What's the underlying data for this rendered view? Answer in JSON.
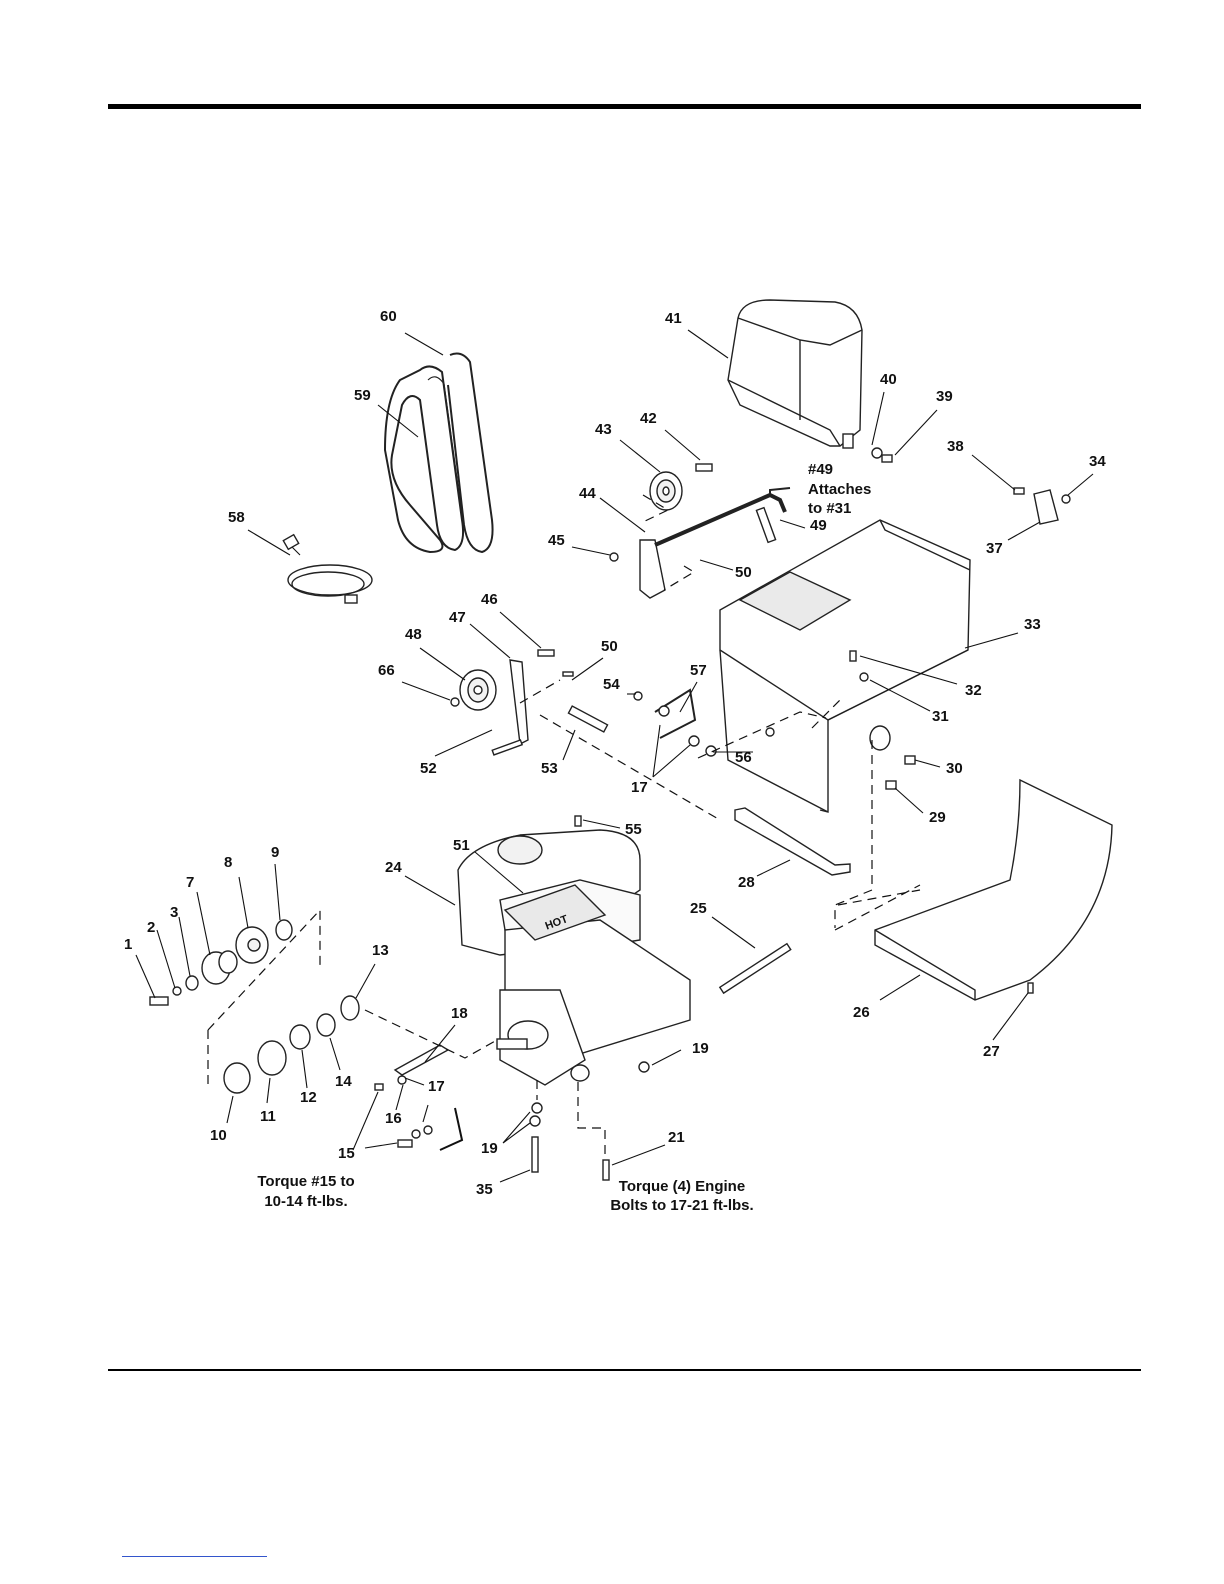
{
  "labels": {
    "p60": "60",
    "p59": "59",
    "p58": "58",
    "p41": "41",
    "p40": "40",
    "p39": "39",
    "p42": "42",
    "p43": "43",
    "p44": "44",
    "p45": "45",
    "p49": "49",
    "p50a": "50",
    "p38": "38",
    "p34": "34",
    "p37": "37",
    "p46": "46",
    "p47": "47",
    "p48": "48",
    "p66": "66",
    "p50b": "50",
    "p33": "33",
    "p32": "32",
    "p31": "31",
    "p54": "54",
    "p57": "57",
    "p52": "52",
    "p53": "53",
    "p56": "56",
    "p17a": "17",
    "p30": "30",
    "p29": "29",
    "p55": "55",
    "p51": "51",
    "p24": "24",
    "p8": "8",
    "p9": "9",
    "p7": "7",
    "p3": "3",
    "p2": "2",
    "p1": "1",
    "p13": "13",
    "p25": "25",
    "p28": "28",
    "p26": "26",
    "p27": "27",
    "p18": "18",
    "p19a": "19",
    "p10": "10",
    "p11": "11",
    "p12": "12",
    "p14": "14",
    "p17b": "17",
    "p16": "16",
    "p15": "15",
    "p19b": "19",
    "p21": "21",
    "p35": "35"
  },
  "notes": {
    "attach": [
      "#49",
      "Attaches",
      "to #31"
    ],
    "torque15": [
      "Torque #15 to",
      "10-14 ft-lbs."
    ],
    "torque_engine": [
      "Torque (4) Engine",
      "Bolts to 17-21 ft-lbs."
    ],
    "hot_decal": "HOT"
  }
}
